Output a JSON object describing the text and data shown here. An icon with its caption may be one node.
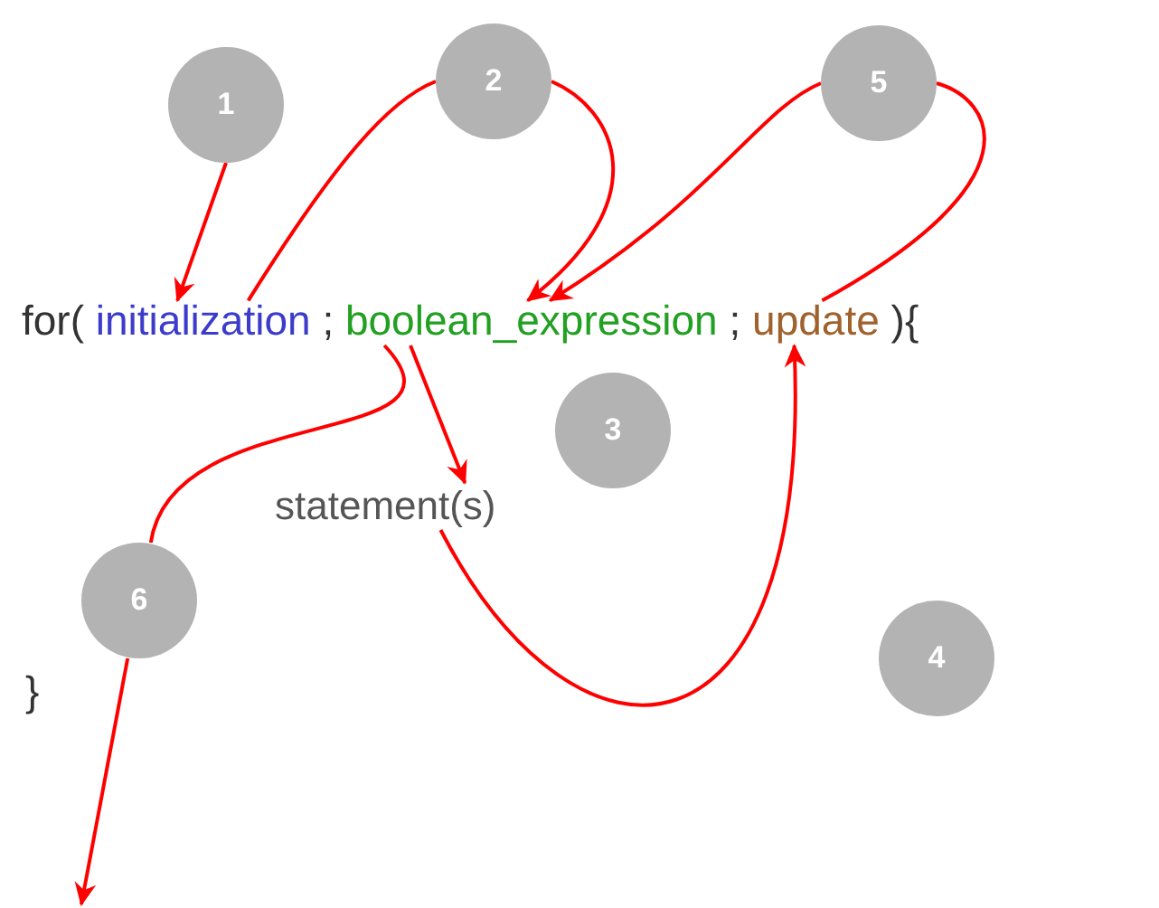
{
  "diagram": {
    "nodes": [
      {
        "text": [
          "1"
        ]
      },
      {
        "text": [
          "2"
        ]
      },
      {
        "text": [
          "5"
        ]
      },
      {
        "text": [
          "initialization"
        ]
      },
      {
        "text": [
          "boolean_expression"
        ]
      },
      {
        "text": [
          "update"
        ]
      },
      {
        "text": [
          "3"
        ]
      },
      {
        "text": [
          "statement(s)"
        ]
      },
      {
        "text": [
          "6"
        ]
      },
      {
        "text": [
          "4"
        ]
      }
    ],
    "edges": [
      {
        "from": 0,
        "to": 3,
        "arrow": "to"
      },
      {
        "from": 3,
        "to": 1,
        "arrow": "none"
      },
      {
        "from": 1,
        "to": 4,
        "arrow": "to"
      },
      {
        "from": 5,
        "to": 2,
        "arrow": "none"
      },
      {
        "from": 2,
        "to": 4,
        "arrow": "to"
      },
      {
        "from": 4,
        "to": 7,
        "arrow": "to"
      },
      {
        "from": 7,
        "to": 5,
        "arrow": "to"
      },
      {
        "from": 4,
        "to": 8,
        "arrow": "none"
      },
      {
        "from": 8,
        "to": null,
        "arrow": "to"
      }
    ],
    "labels": [
      "for(",
      ";",
      ";",
      "){",
      "}"
    ]
  }
}
